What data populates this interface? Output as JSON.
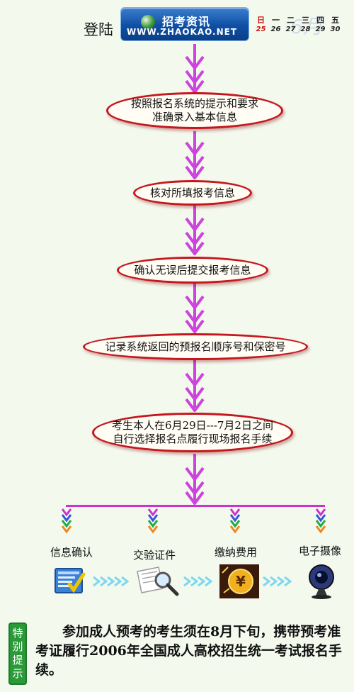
{
  "header": {
    "login_label": "登陆",
    "logo_title": "招考资讯",
    "logo_url": "WWW.ZHAOKAO.NET",
    "calendar": {
      "weekdays": [
        "日",
        "一",
        "二",
        "三",
        "四",
        "五"
      ],
      "dates": [
        "25",
        "26",
        "27",
        "28",
        "29",
        "30"
      ],
      "watermark": "6月"
    }
  },
  "steps": [
    {
      "line1": "按照报名系统的提示和要求",
      "line2": "准确录入基本信息"
    },
    {
      "line1": "核对所填报考信息",
      "line2": ""
    },
    {
      "line1": "确认无误后提交报考信息",
      "line2": ""
    },
    {
      "line1": "记录系统返回的预报名顺序号和保密号",
      "line2": ""
    },
    {
      "line1": "考生本人在6月29日---7月2日之间",
      "line2": "自行选择报名点履行现场报名手续"
    }
  ],
  "branches": [
    {
      "label": "信息确认",
      "icon": "form-check-icon"
    },
    {
      "label": "交验证件",
      "icon": "magnifier-document-icon"
    },
    {
      "label": "缴纳费用",
      "icon": "yen-coin-icon"
    },
    {
      "label": "电子摄像",
      "icon": "webcam-icon"
    }
  ],
  "colors": {
    "arrow": "#cc44dd",
    "step_border": "#c4171e",
    "branch_line": "#cc33cc",
    "tip_badge": "#2a9a38"
  },
  "footer": {
    "tip_badge": [
      "特",
      "别",
      "提",
      "示"
    ],
    "tip_text": "参加成人预考的考生须在8月下旬，携带预考准考证履行2006年全国成人高校招生统一考试报名手续。"
  }
}
